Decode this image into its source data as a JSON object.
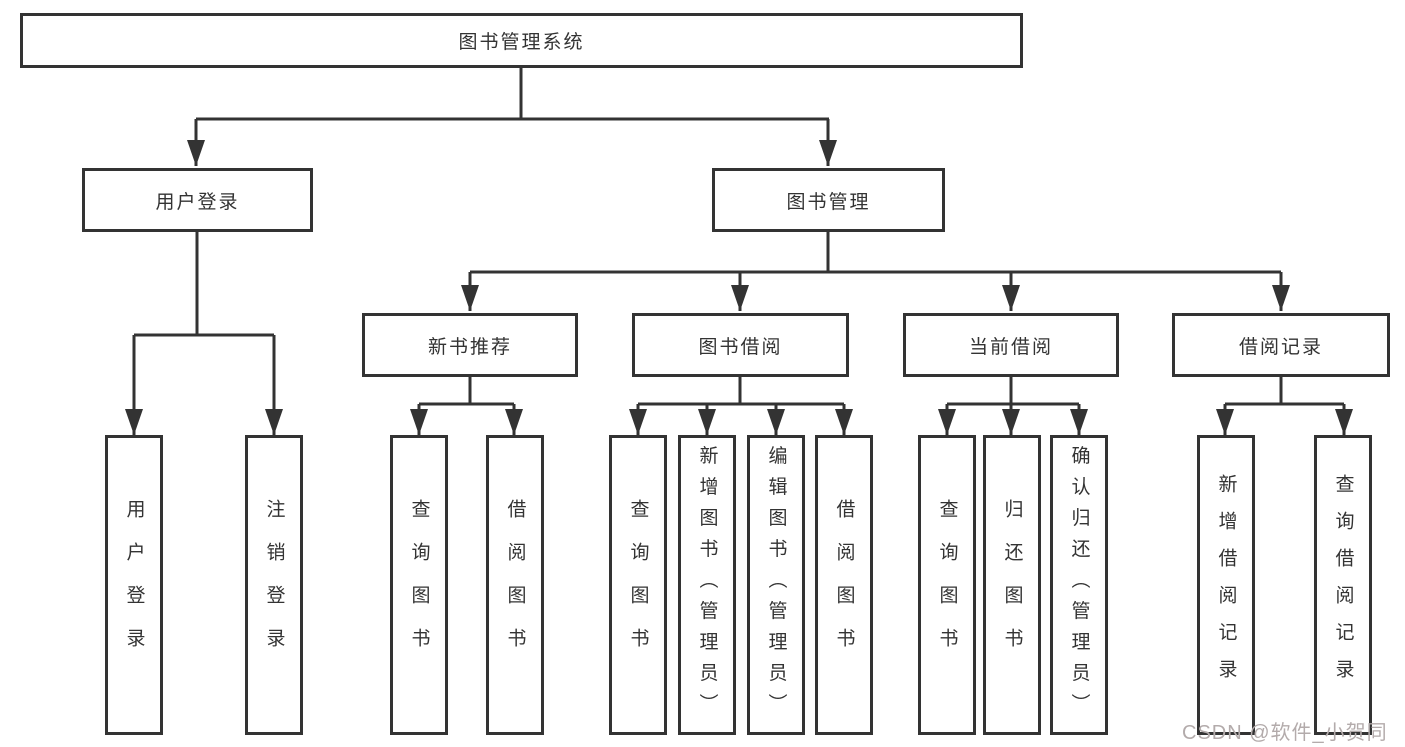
{
  "diagram": {
    "root_label": "图书管理系统",
    "branches": [
      {
        "label": "用户登录",
        "children": [
          {
            "label": "用户登录"
          },
          {
            "label": "注销登录"
          }
        ]
      },
      {
        "label": "图书管理",
        "children": [
          {
            "label": "新书推荐",
            "children": [
              {
                "label": "查询图书"
              },
              {
                "label": "借阅图书"
              }
            ]
          },
          {
            "label": "图书借阅",
            "children": [
              {
                "label": "查询图书"
              },
              {
                "label": "新增图书（管理员）"
              },
              {
                "label": "编辑图书（管理员）"
              },
              {
                "label": "借阅图书"
              }
            ]
          },
          {
            "label": "当前借阅",
            "children": [
              {
                "label": "查询图书"
              },
              {
                "label": "归还图书"
              },
              {
                "label": "确认归还（管理员）"
              }
            ]
          },
          {
            "label": "借阅记录",
            "children": [
              {
                "label": "新增借阅记录"
              },
              {
                "label": "查询借阅记录"
              }
            ]
          }
        ]
      }
    ]
  },
  "watermark": {
    "text": "CSDN @软件_小贺同学"
  },
  "colors": {
    "line": "#333333",
    "box_border": "#333333",
    "text": "#333333",
    "background": "#ffffff",
    "watermark": "#b3abab"
  }
}
